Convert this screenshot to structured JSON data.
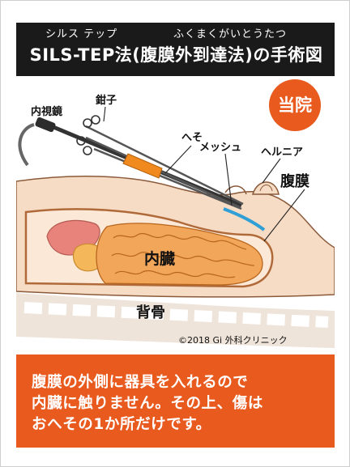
{
  "header": {
    "ruby_sils_tep": "シルス テップ",
    "ruby_method": "ふくまくがいとうたつ",
    "title": "SILS-TEP法(腹膜外到達法)の手術図"
  },
  "badge": {
    "label": "当院"
  },
  "labels": {
    "endoscope": "内視鏡",
    "forceps": "鉗子",
    "navel": "へそ",
    "mesh": "メッシュ",
    "hernia": "ヘルニア",
    "peritoneum": "腹膜",
    "viscera": "内臓",
    "spine": "背骨"
  },
  "copyright": "©2018  Gi 外科クリニック",
  "caption": {
    "line1": "腹膜の外側に器具を入れるので",
    "line2": "内臓に触りません。その上、傷は",
    "line3": "おへその1か所だけです。"
  },
  "colors": {
    "title_bg": "#1a1a1a",
    "badge": "#e95a1e",
    "caption_bg": "#e95a1e",
    "skin": "#f6dcc4",
    "intestine": "#f2a65a",
    "liver": "#e8837b",
    "mesh": "#2f9fd6",
    "instrument_handle": "#f08a1e"
  }
}
